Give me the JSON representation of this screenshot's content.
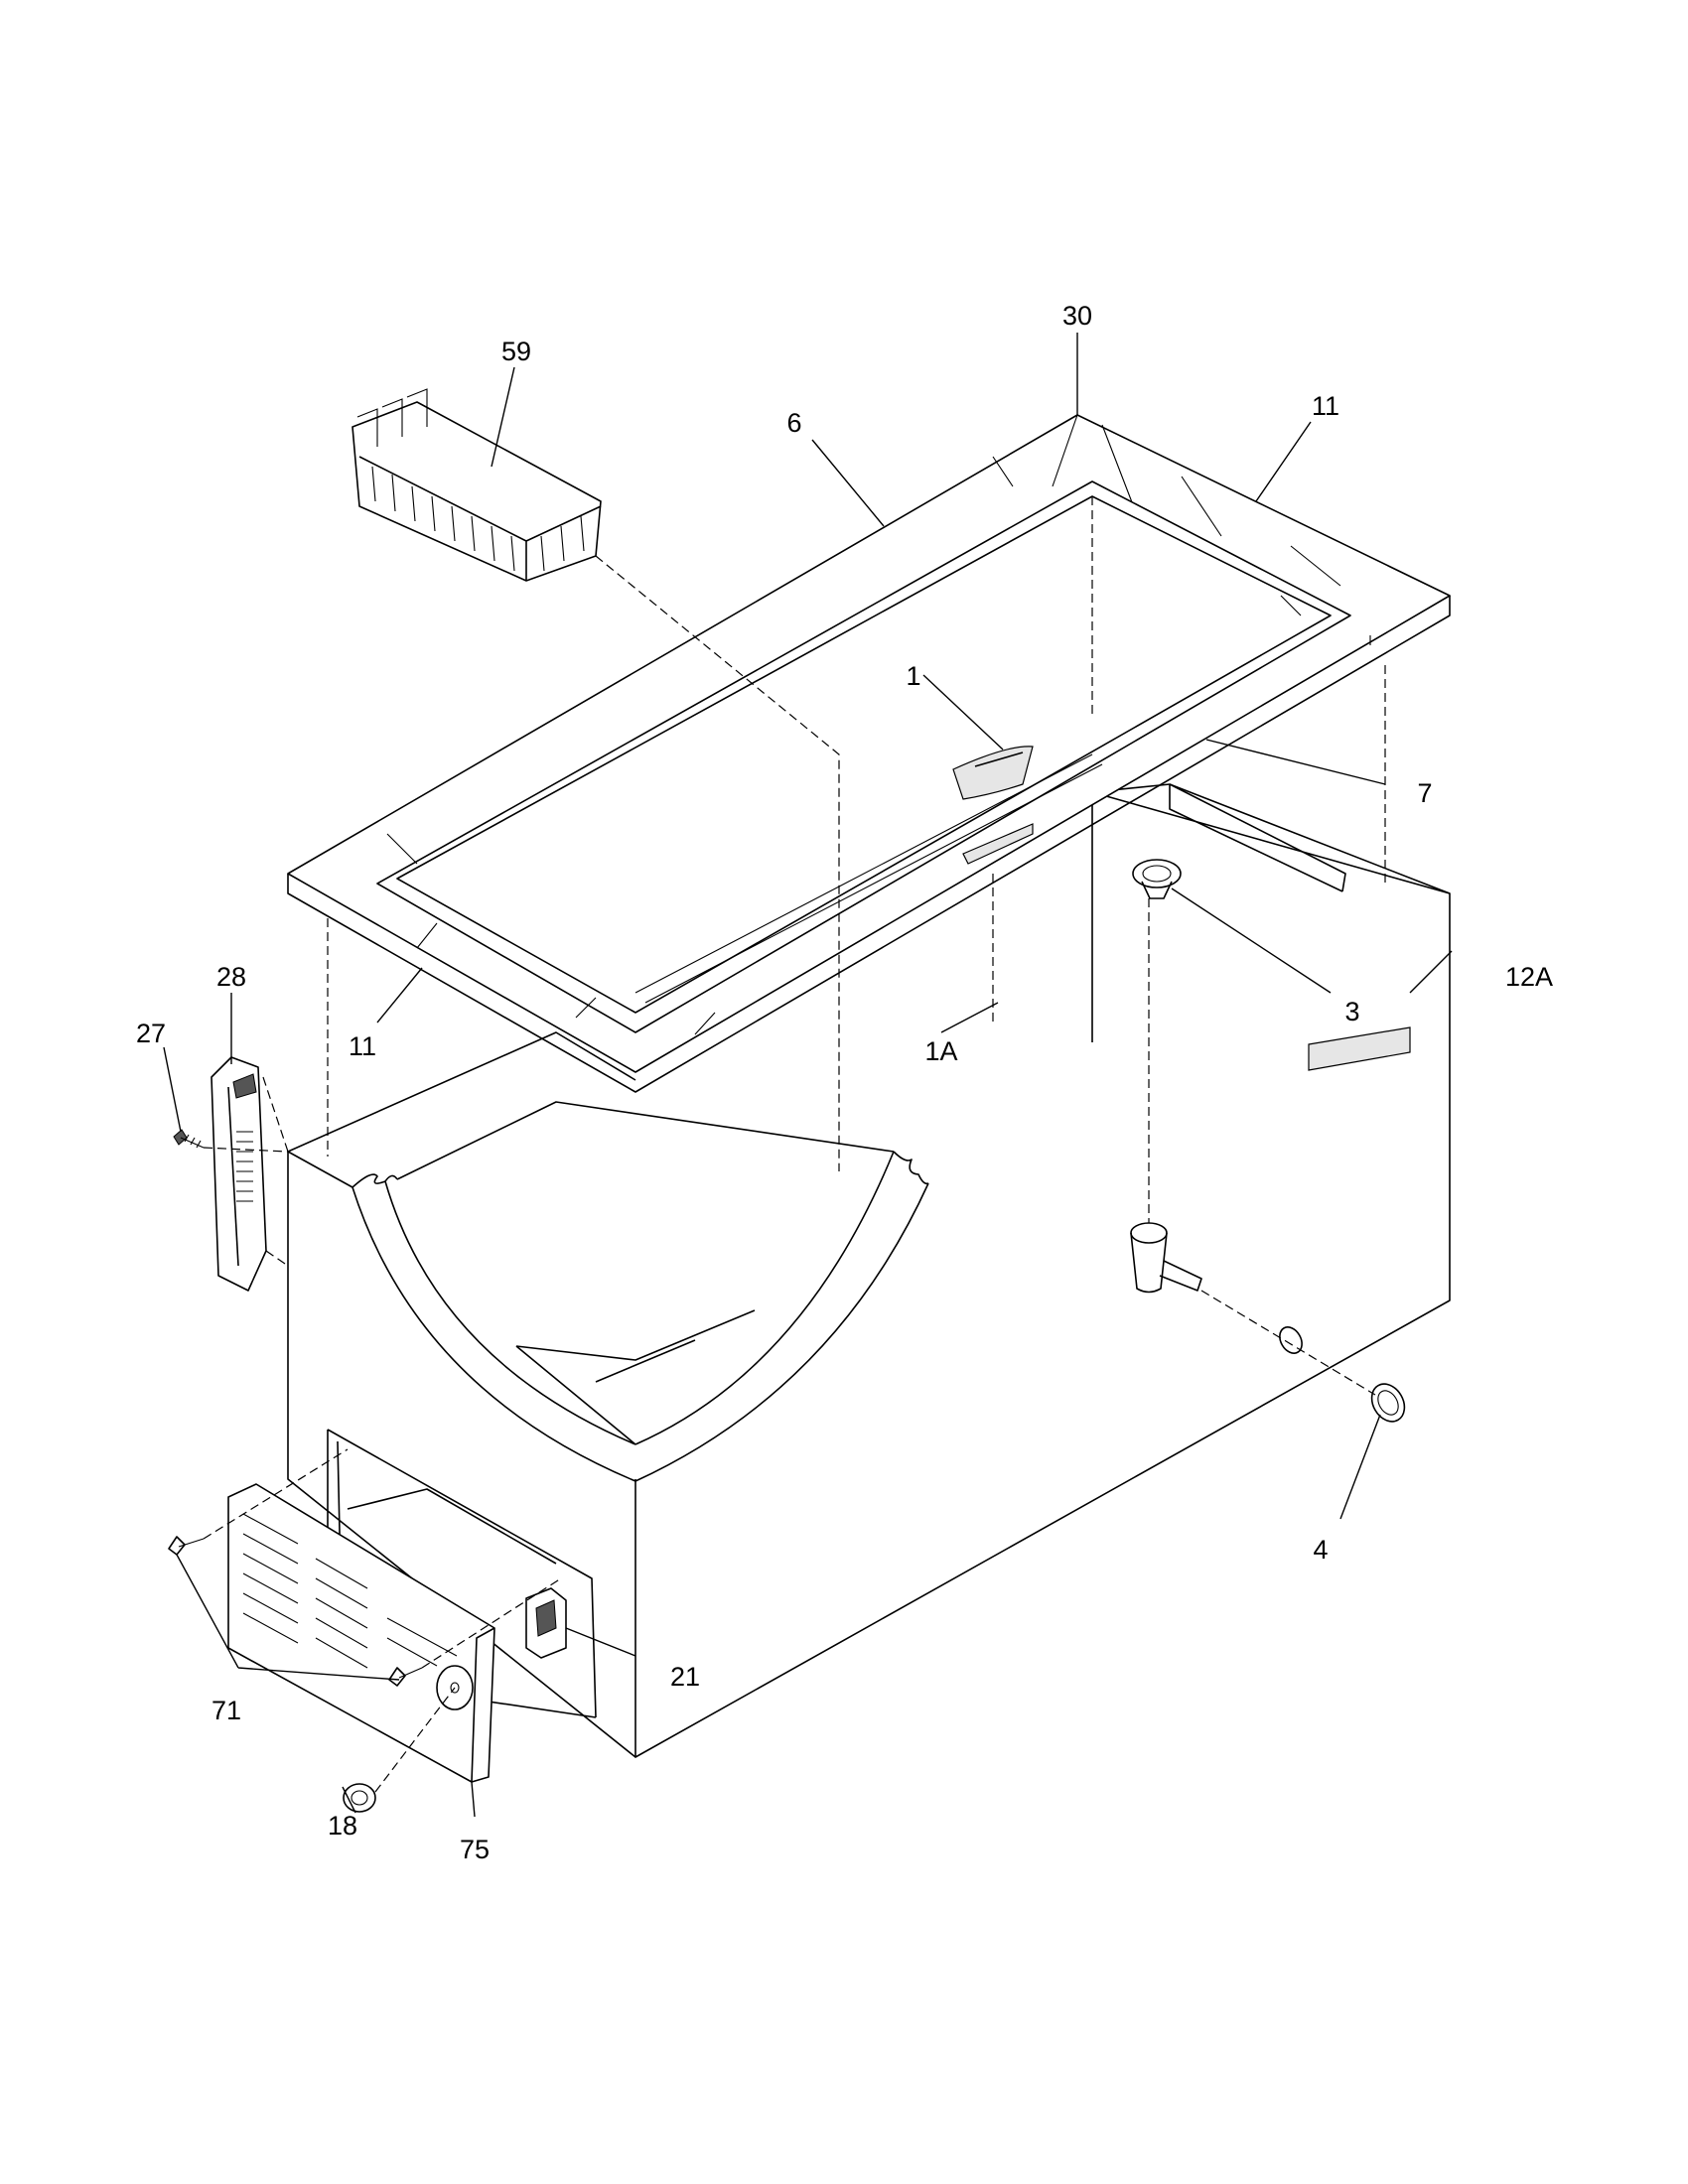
{
  "diagram": {
    "type": "exploded parts diagram",
    "subject": "chest freezer cabinet",
    "callouts": [
      {
        "id": "c-59",
        "label": "59"
      },
      {
        "id": "c-30",
        "label": "30"
      },
      {
        "id": "c-6",
        "label": "6"
      },
      {
        "id": "c-11-top",
        "label": "11"
      },
      {
        "id": "c-1",
        "label": "1"
      },
      {
        "id": "c-7",
        "label": "7"
      },
      {
        "id": "c-3",
        "label": "3"
      },
      {
        "id": "c-12A",
        "label": "12A"
      },
      {
        "id": "c-1A",
        "label": "1A"
      },
      {
        "id": "c-11-left",
        "label": "11"
      },
      {
        "id": "c-28",
        "label": "28"
      },
      {
        "id": "c-27",
        "label": "27"
      },
      {
        "id": "c-4",
        "label": "4"
      },
      {
        "id": "c-21",
        "label": "21"
      },
      {
        "id": "c-71",
        "label": "71"
      },
      {
        "id": "c-18",
        "label": "18"
      },
      {
        "id": "c-75",
        "label": "75"
      }
    ]
  }
}
